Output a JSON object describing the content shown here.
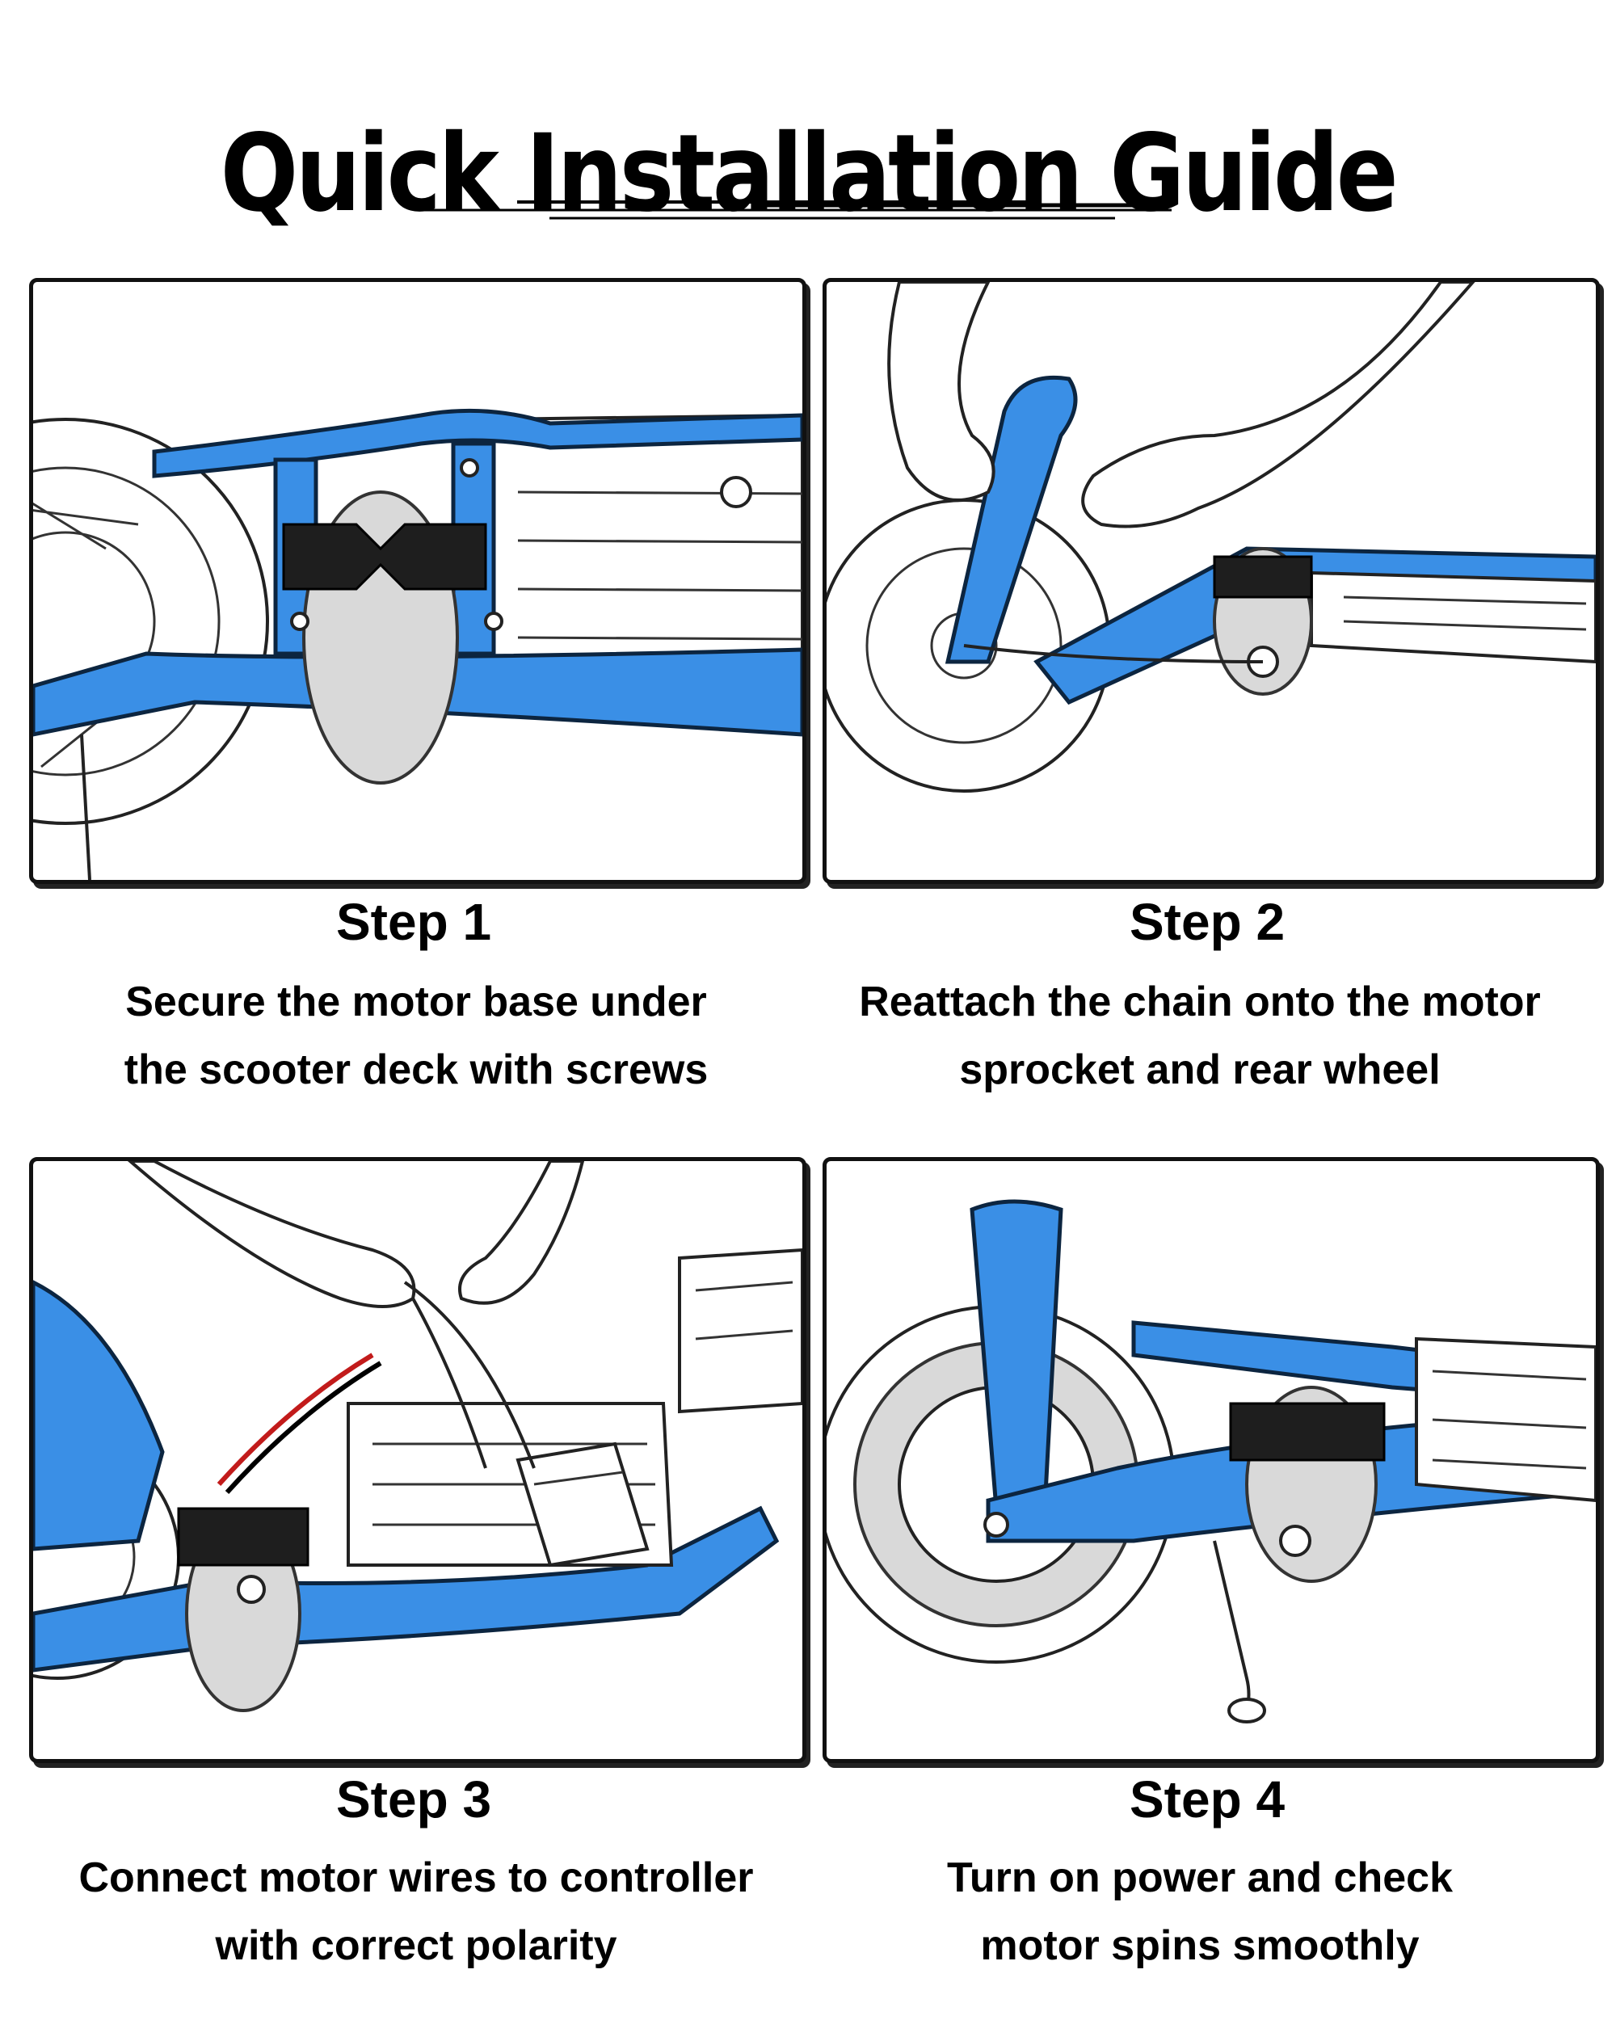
{
  "title": "Quick Installation Guide",
  "steps": [
    {
      "label": "Step 1",
      "line1": "Secure the motor base under",
      "line2": "the scooter deck with screws"
    },
    {
      "label": "Step 2",
      "line1": "Reattach the chain onto the motor",
      "line2": "sprocket and rear wheel"
    },
    {
      "label": "Step 3",
      "line1": "Connect motor wires to controller",
      "line2": "with correct polarity"
    },
    {
      "label": "Step 4",
      "line1": "Turn on power and check",
      "line2": "motor spins smoothly"
    }
  ],
  "colors": {
    "frame_blue": "#3a8fe6",
    "outline": "#111111",
    "motor_bracket": "#1e1e1e"
  }
}
